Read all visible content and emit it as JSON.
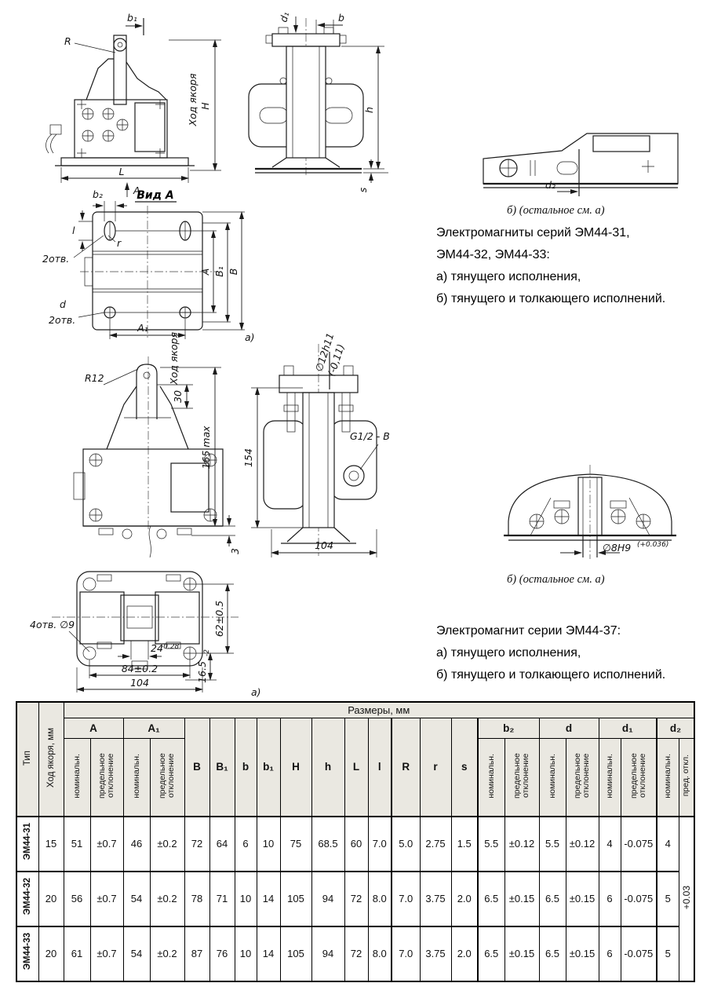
{
  "figures": {
    "fig1": {
      "labels": {
        "R": "R",
        "b1": "b₁",
        "stroke": "Ход якоря",
        "H": "H",
        "L": "L",
        "A": "A"
      }
    },
    "fig2": {
      "labels": {
        "d1": "d₁",
        "b": "b",
        "h": "h",
        "s": "s"
      }
    },
    "fig3": {
      "labels": {
        "d2": "d₂"
      },
      "caption": "б)  (остальное см. а)"
    },
    "fig4": {
      "title": "Вид А",
      "labels": {
        "b2": "b₂",
        "l": "l",
        "r": "r",
        "holes_top": "2отв.",
        "d": "d",
        "holes_bottom": "2отв.",
        "A": "A",
        "A1": "A₁",
        "B1": "B₁",
        "B": "B"
      },
      "caption": "а)"
    },
    "fig5": {
      "labels": {
        "R12": "R12",
        "stroke": "Ход якоря",
        "dim30": "30",
        "dim165": "165 max",
        "dim3": "3"
      }
    },
    "fig6": {
      "labels": {
        "d12": "∅12h11",
        "d12tol": "(-0,11)",
        "g": "G1/2 - B",
        "dim154": "154",
        "dim104": "104"
      }
    },
    "fig7": {
      "labels": {
        "d8": "∅8H9",
        "d8tol": "(+0.036)"
      },
      "caption": "б)  (остальное см. а)"
    },
    "fig8": {
      "labels": {
        "holes": "4отв. ∅9",
        "dim62": "62±0.5",
        "dim24": "24",
        "dim24tol": "-0.28",
        "dim16": "16.5",
        "dim16tol": "-2",
        "dim84": "84±0.2",
        "dim104": "104"
      },
      "caption": "а)"
    }
  },
  "texts": {
    "block1_line1": "Электромагниты серий ЭМ44-31,",
    "block1_line2": "ЭМ44-32, ЭМ44-33:",
    "block1_line3": "а) тянущего исполнения,",
    "block1_line4": "б) тянущего и толкающего исполнений.",
    "block2_line1": "Электромагнит серии ЭМ44-37:",
    "block2_line2": "а) тянущего исполнения,",
    "block2_line3": "б) тянущего и толкающего исполнений."
  },
  "table": {
    "title": "Размеры, мм",
    "col_type": "Тип",
    "col_stroke": "Ход якоря, мм",
    "groups": {
      "A": "A",
      "A1": "A₁",
      "b2": "b₂",
      "d": "d",
      "d1": "d₁",
      "d2": "d₂"
    },
    "letters": {
      "B": "B",
      "B1": "B₁",
      "b": "b",
      "b1": "b₁",
      "H": "H",
      "h": "h",
      "L": "L",
      "l": "l",
      "R": "R",
      "r": "r",
      "s": "s"
    },
    "sub": {
      "nominal": "номинальн.",
      "deviation": "предельное отклонение",
      "dev_short": "пред. откл."
    },
    "rows": [
      {
        "type": "ЭМ44-31",
        "stroke": "15",
        "A_nom": "51",
        "A_dev": "±0.7",
        "A1_nom": "46",
        "A1_dev": "±0.2",
        "B": "72",
        "B1": "64",
        "b": "6",
        "b1": "10",
        "H": "75",
        "h": "68.5",
        "L": "60",
        "l": "7.0",
        "R": "5.0",
        "r": "2.75",
        "s": "1.5",
        "b2_nom": "5.5",
        "b2_dev": "±0.12",
        "d_nom": "5.5",
        "d_dev": "±0.12",
        "d1_nom": "4",
        "d1_dev": "-0.075",
        "d2_nom": "4"
      },
      {
        "type": "ЭМ44-32",
        "stroke": "20",
        "A_nom": "56",
        "A_dev": "±0.7",
        "A1_nom": "54",
        "A1_dev": "±0.2",
        "B": "78",
        "B1": "71",
        "b": "10",
        "b1": "14",
        "H": "105",
        "h": "94",
        "L": "72",
        "l": "8.0",
        "R": "7.0",
        "r": "3.75",
        "s": "2.0",
        "b2_nom": "6.5",
        "b2_dev": "±0.15",
        "d_nom": "6.5",
        "d_dev": "±0.15",
        "d1_nom": "6",
        "d1_dev": "-0.075",
        "d2_nom": "5"
      },
      {
        "type": "ЭМ44-33",
        "stroke": "20",
        "A_nom": "61",
        "A_dev": "±0.7",
        "A1_nom": "54",
        "A1_dev": "±0.2",
        "B": "87",
        "B1": "76",
        "b": "10",
        "b1": "14",
        "H": "105",
        "h": "94",
        "L": "72",
        "l": "8.0",
        "R": "7.0",
        "r": "3.75",
        "s": "2.0",
        "b2_nom": "6.5",
        "b2_dev": "±0.15",
        "d_nom": "6.5",
        "d_dev": "±0.15",
        "d1_nom": "6",
        "d1_dev": "-0.075",
        "d2_nom": "5"
      }
    ],
    "d2_dev_span": "+0.03"
  }
}
